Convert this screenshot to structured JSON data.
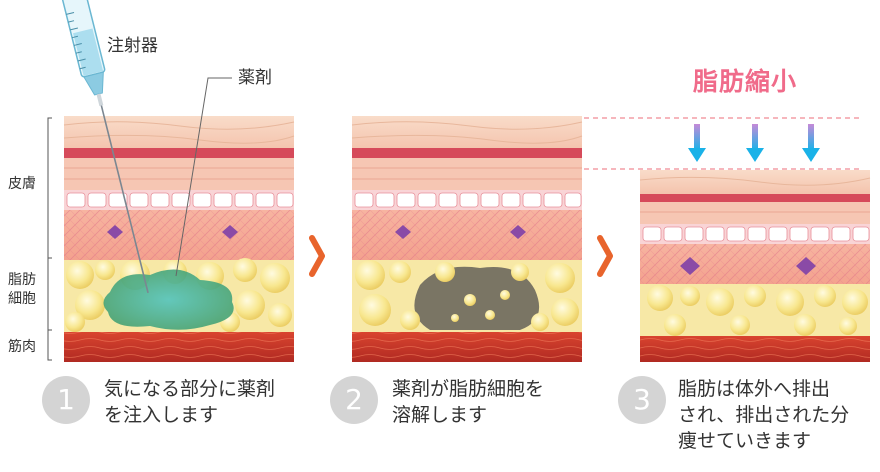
{
  "labels": {
    "syringe": "注射器",
    "drug": "薬剤",
    "skin": "皮膚",
    "fat_line1": "脂肪",
    "fat_line2": "細胞",
    "muscle": "筋肉"
  },
  "result_title": "脂肪縮小",
  "steps": [
    {
      "number": "1",
      "text": "気になる部分に薬剤\nを注入します"
    },
    {
      "number": "2",
      "text": "薬剤が脂肪細胞を\n溶解します"
    },
    {
      "number": "3",
      "text": "脂肪は体外へ排出\nされ、排出された分\n痩せていきます"
    }
  ],
  "colors": {
    "arrow": "#e8642c",
    "title": "#f06b8a",
    "down_arrow": "#27b6e6",
    "muscle": "#c8362a",
    "fat": "#f6e79a",
    "drug": "#4fb79a"
  }
}
